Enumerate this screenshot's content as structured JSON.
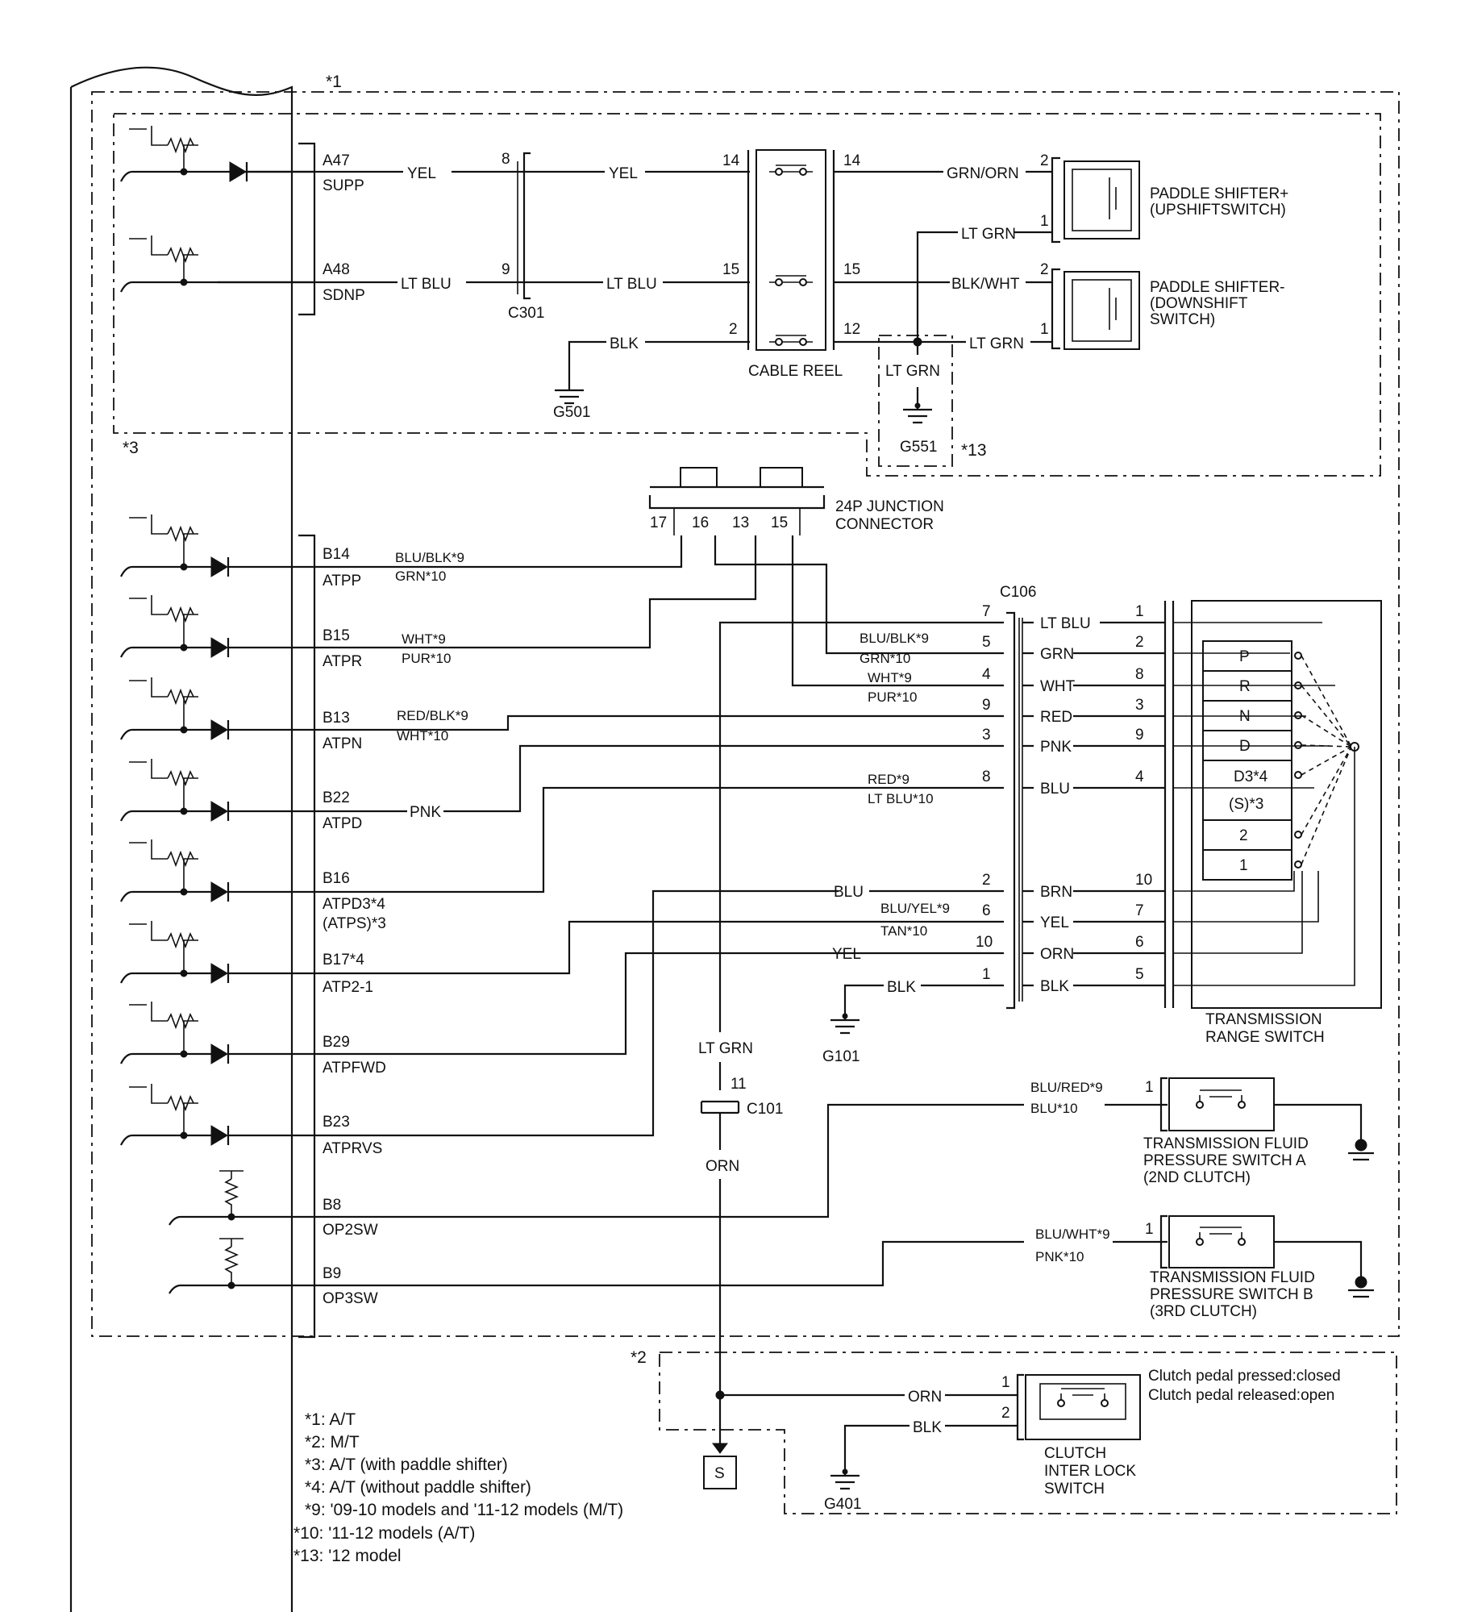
{
  "notes": {
    "n1": "*1",
    "n2": "*2",
    "n3": "*3",
    "n13": "*13"
  },
  "footnotes": [
    "*1: A/T",
    "*2: M/T",
    "*3: A/T (with paddle shifter)",
    "*4: A/T (without paddle shifter)",
    "*9: '09-10 models and '11-12 models (M/T)",
    "*10: '11-12 models (A/T)",
    "*13: '12 model"
  ],
  "ecm_pins": [
    {
      "pin": "A47",
      "name": "SUPP"
    },
    {
      "pin": "A48",
      "name": "SDNP"
    },
    {
      "pin": "B14",
      "name": "ATPP"
    },
    {
      "pin": "B15",
      "name": "ATPR"
    },
    {
      "pin": "B13",
      "name": "ATPN"
    },
    {
      "pin": "B22",
      "name": "ATPD"
    },
    {
      "pin": "B16",
      "name": "ATPD3*4",
      "name2": "(ATPS)*3"
    },
    {
      "pin": "B17*4",
      "name": "ATP2-1"
    },
    {
      "pin": "B29",
      "name": "ATPFWD"
    },
    {
      "pin": "B23",
      "name": "ATPRVS"
    },
    {
      "pin": "B8",
      "name": "OP2SW"
    },
    {
      "pin": "B9",
      "name": "OP3SW"
    }
  ],
  "paddle": {
    "wire_a47_1": "YEL",
    "wire_a47_2": "YEL",
    "wire_a48_1": "LT BLU",
    "wire_a48_2": "LT BLU",
    "wire_blk": "BLK",
    "c301": "C301",
    "c301_pins": [
      "8",
      "9"
    ],
    "cable_reel": "CABLE REEL",
    "reel_left_pins": [
      "14",
      "15",
      "2"
    ],
    "reel_right_pins": [
      "14",
      "15",
      "12"
    ],
    "up_wire": "GRN/ORN",
    "up_ltgrn": "LT GRN",
    "down_wire": "BLK/WHT",
    "down_ltgrn": "LT GRN",
    "g551_wire": "LT GRN",
    "g501": "G501",
    "g551": "G551",
    "up_pins": [
      "2",
      "1"
    ],
    "down_pins": [
      "2",
      "1"
    ],
    "up_label": [
      "PADDLE SHIFTER+",
      "(UPSHIFTSWITCH)"
    ],
    "down_label": [
      "PADDLE SHIFTER-",
      "(DOWNSHIFT",
      "SWITCH)"
    ]
  },
  "junction": {
    "label": [
      "24P JUNCTION",
      "CONNECTOR"
    ],
    "pins": [
      "17",
      "16",
      "13",
      "15"
    ]
  },
  "ecm_wires": {
    "b14": [
      "BLU/BLK*9",
      "GRN*10"
    ],
    "b15": [
      "WHT*9",
      "PUR*10"
    ],
    "b13": [
      "RED/BLK*9",
      "WHT*10"
    ],
    "b22": "PNK",
    "c106_5": [
      "BLU/BLK*9",
      "GRN*10"
    ],
    "c106_4": [
      "WHT*9",
      "PUR*10"
    ],
    "c106_8": [
      "RED*9",
      "LT BLU*10"
    ],
    "c106_2": "BLU",
    "c106_6": [
      "BLU/YEL*9",
      "TAN*10"
    ],
    "c106_10": "YEL",
    "c106_1": "BLK"
  },
  "c106": {
    "label": "C106",
    "left_pins": [
      "7",
      "5",
      "4",
      "9",
      "3",
      "8",
      "2",
      "6",
      "10",
      "1"
    ],
    "right_wires": [
      "LT BLU",
      "GRN",
      "WHT",
      "RED",
      "PNK",
      "BLU",
      "BRN",
      "YEL",
      "ORN",
      "BLK"
    ],
    "right_pins": [
      "1",
      "2",
      "8",
      "3",
      "9",
      "4",
      "10",
      "7",
      "6",
      "5"
    ]
  },
  "range_switch": {
    "positions": [
      "P",
      "R",
      "N",
      "D",
      "D3*4",
      "(S)*3",
      "2",
      "1"
    ],
    "label": [
      "TRANSMISSION",
      "RANGE SWITCH"
    ]
  },
  "g101": "G101",
  "c101": {
    "label": "C101",
    "pin": "11",
    "wire_top": "LT GRN",
    "wire_bottom": "ORN"
  },
  "fluid_a": {
    "wire": [
      "BLU/RED*9",
      "BLU*10"
    ],
    "pin": "1",
    "label": [
      "TRANSMISSION FLUID",
      "PRESSURE SWITCH A",
      "(2ND CLUTCH)"
    ]
  },
  "fluid_b": {
    "wire": [
      "BLU/WHT*9",
      "PNK*10"
    ],
    "pin": "1",
    "label": [
      "TRANSMISSION FLUID",
      "PRESSURE SWITCH B",
      "(3RD CLUTCH)"
    ]
  },
  "clutch": {
    "wire_orn": "ORN",
    "wire_blk": "BLK",
    "pins": [
      "1",
      "2"
    ],
    "g401": "G401",
    "label": [
      "CLUTCH",
      "INTER LOCK",
      "SWITCH"
    ],
    "state": [
      "Clutch pedal pressed:closed",
      "Clutch pedal released:open"
    ]
  },
  "s_box": "S"
}
